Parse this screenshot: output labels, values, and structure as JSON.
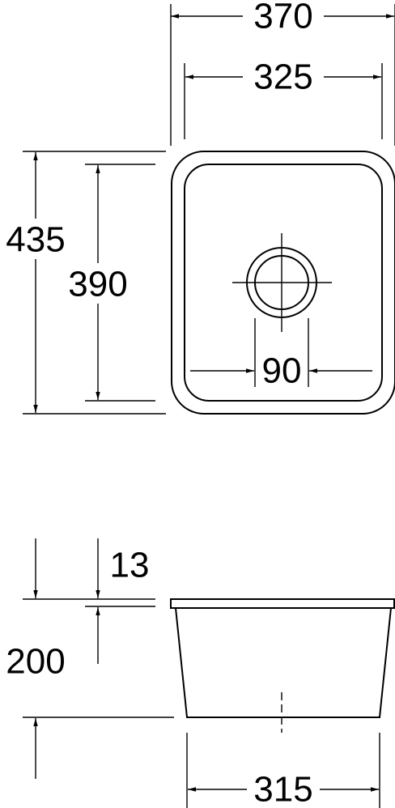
{
  "top_view": {
    "outer_width": "370",
    "inner_width": "325",
    "outer_depth": "435",
    "inner_depth": "390",
    "waste_diameter": "90"
  },
  "side_view": {
    "rim_thickness": "13",
    "bowl_height": "200",
    "bottom_width": "315"
  }
}
